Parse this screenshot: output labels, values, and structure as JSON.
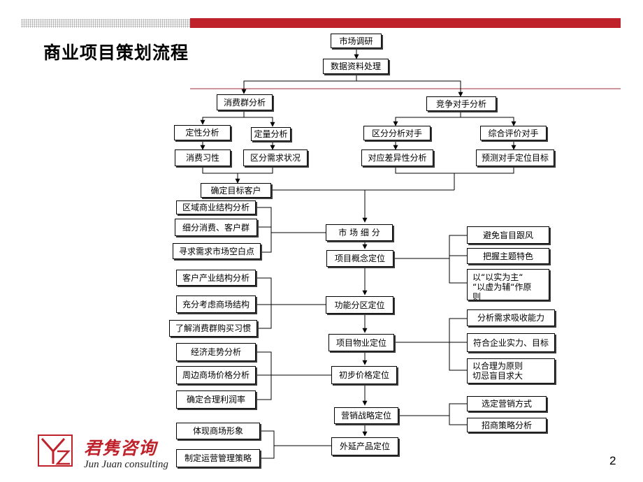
{
  "page": {
    "title": "商业项目策划流程",
    "page_number": "2"
  },
  "logo": {
    "cn": "君隽咨询",
    "en": "Jun Juan consulting"
  },
  "colors": {
    "accent": "#c0222b",
    "node_border": "#000000"
  },
  "nodes": {
    "market_research": "市场调研",
    "data_processing": "数据资料处理",
    "consumer_analysis": "消费群分析",
    "competitor_analysis": "竞争对手分析",
    "qualitative_analysis": "定性分析",
    "quantitative_analysis": "定量分析",
    "zone_competitor": "区分分析对手",
    "comprehensive_competitor": "综合评价对手",
    "consumption_habits": "消费习性",
    "zone_demand": "区分需求状况",
    "differentiation": "对应差异性分析",
    "predict_competitor": "预测对手定位目标",
    "target_customer": "确定目标客户",
    "regional_structure": "区域商业结构分析",
    "segment_consumers": "细分消费、客户群",
    "market_gaps": "寻求需求市场空白点",
    "market_segmentation": "市 场 细 分",
    "concept_positioning": "项目概念定位",
    "avoid_blind": "避免盲目跟风",
    "grasp_theme": "把握主题特色",
    "practical_principle": "以“以实为主“\n“以虚为辅“作原\n则",
    "customer_industry": "客户产业结构分析",
    "mall_structure": "充分考虑商场结构",
    "shopping_habits": "了解消费群购买习惯",
    "functional_zoning": "功能分区定位",
    "absorption_analysis": "分析需求吸收能力",
    "property_positioning": "项目物业定位",
    "fit_strength": "符合企业实力、目标",
    "reasonable_principle": "以合理为原则\n切忌盲目求大",
    "economic_trend": "经济走势分析",
    "surrounding_prices": "周边商场价格分析",
    "reasonable_profit": "确定合理利润率",
    "initial_pricing": "初步价格定位",
    "select_marketing": "选定营销方式",
    "marketing_strategy": "营销战略定位",
    "investment_strategy": "招商策略分析",
    "mall_image": "体现商场形象",
    "operation_strategy": "制定运营管理策略",
    "extended_product": "外延产品定位"
  }
}
